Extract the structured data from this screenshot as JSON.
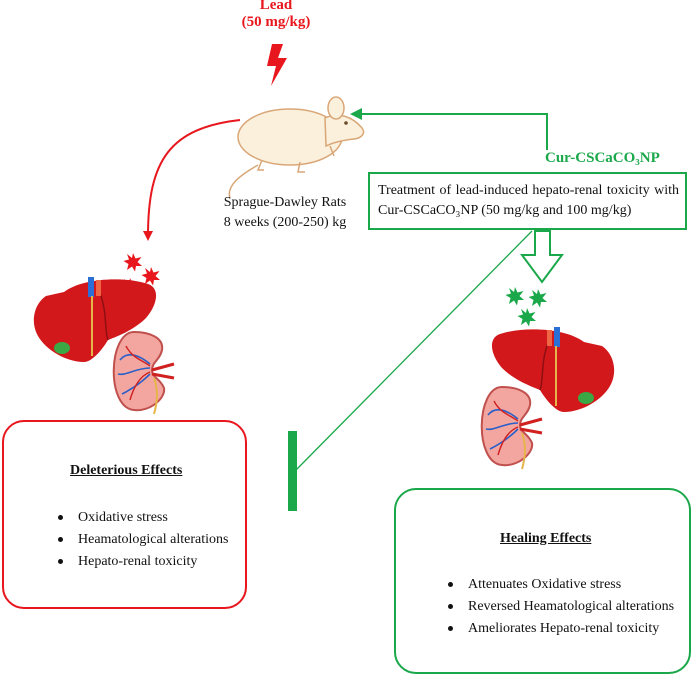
{
  "lead": {
    "title": "Lead",
    "dose": "(50 mg/kg)"
  },
  "rats": {
    "line1": "Sprague-Dawley Rats",
    "line2": "8 weeks (200-250) kg"
  },
  "treatment": {
    "compound": "Cur-CSCaCO₃NP",
    "description": "Treatment of lead-induced hepato-renal toxicity with Cur-CSCaCO₃NP (50 mg/kg and 100 mg/kg)"
  },
  "deleterious": {
    "title": "Deleterious Effects",
    "items": [
      "Oxidative stress",
      "Heamatological alterations",
      "Hepato-renal toxicity"
    ]
  },
  "healing": {
    "title": "Healing Effects",
    "items": [
      "Attenuates Oxidative stress",
      "Reversed Heamatological alterations",
      "Ameliorates Hepato-renal toxicity"
    ]
  },
  "colors": {
    "red": "#e8161d",
    "green": "#1aa84a"
  },
  "icons": [
    "lightning-bolt-icon",
    "rat-icon",
    "liver-icon",
    "kidney-icon",
    "red-burst-icon",
    "green-burst-icon",
    "inhibition-bar-icon"
  ]
}
